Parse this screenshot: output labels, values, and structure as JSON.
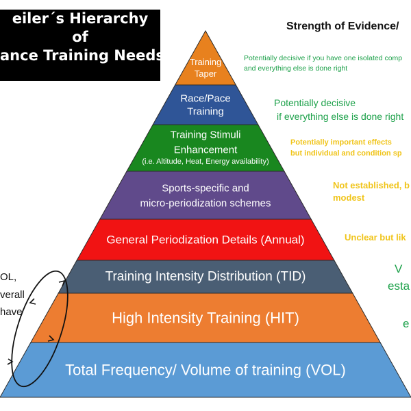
{
  "title": {
    "line1": "eiler´s Hierarchy",
    "line2": "of",
    "line3": "ance Training Needs"
  },
  "evidence_title": "Strength of Evidence/",
  "levels": [
    {
      "label_lines": [
        "Training",
        "Taper"
      ],
      "color": "#E8811E",
      "text_color": "#ffffff"
    },
    {
      "label_lines": [
        "Race/Pace",
        "Training"
      ],
      "color": "#2F5597",
      "text_color": "#ffffff"
    },
    {
      "label_lines": [
        "Training Stimuli",
        "Enhancement",
        "(i.e. Altitude, Heat, Energy availability)"
      ],
      "color": "#19871F",
      "text_color": "#ffffff"
    },
    {
      "label_lines": [
        "Sports-specific and",
        "micro-periodization schemes"
      ],
      "color": "#604A8B",
      "text_color": "#ffffff"
    },
    {
      "label_lines": [
        "General Periodization Details (Annual)"
      ],
      "color": "#F11313",
      "text_color": "#ffffff"
    },
    {
      "label_lines": [
        "Training Intensity Distribution (TID)"
      ],
      "color": "#4A5E74",
      "text_color": "#ffffff"
    },
    {
      "label_lines": [
        "High Intensity Training (HIT)"
      ],
      "color": "#ED7D31",
      "text_color": "#ffffff"
    },
    {
      "label_lines": [
        "Total Frequency/ Volume of training (VOL)"
      ],
      "color": "#5B9BD5",
      "text_color": "#ffffff"
    }
  ],
  "evidence_notes": [
    {
      "lines": [
        "Potentially decisive if you have one isolated comp",
        "and everything else is done right"
      ],
      "color": "#1DA14A"
    },
    {
      "lines": [
        "Potentially decisive",
        "if everything else is done right"
      ],
      "color": "#1DA14A"
    },
    {
      "lines": [
        "Potentially important effects",
        "but individual and condition sp"
      ],
      "color": "#F0C419"
    },
    {
      "lines": [
        "Not established, b",
        "modest"
      ],
      "color": "#F0C419"
    },
    {
      "lines": [
        "Unclear but lik"
      ],
      "color": "#F0C419"
    },
    {
      "lines": [
        "V",
        "esta"
      ],
      "color": "#1DA14A"
    },
    {
      "lines": [
        "e"
      ],
      "color": "#1DA14A"
    }
  ],
  "left_text": [
    "OL,",
    "verall",
    "have"
  ]
}
